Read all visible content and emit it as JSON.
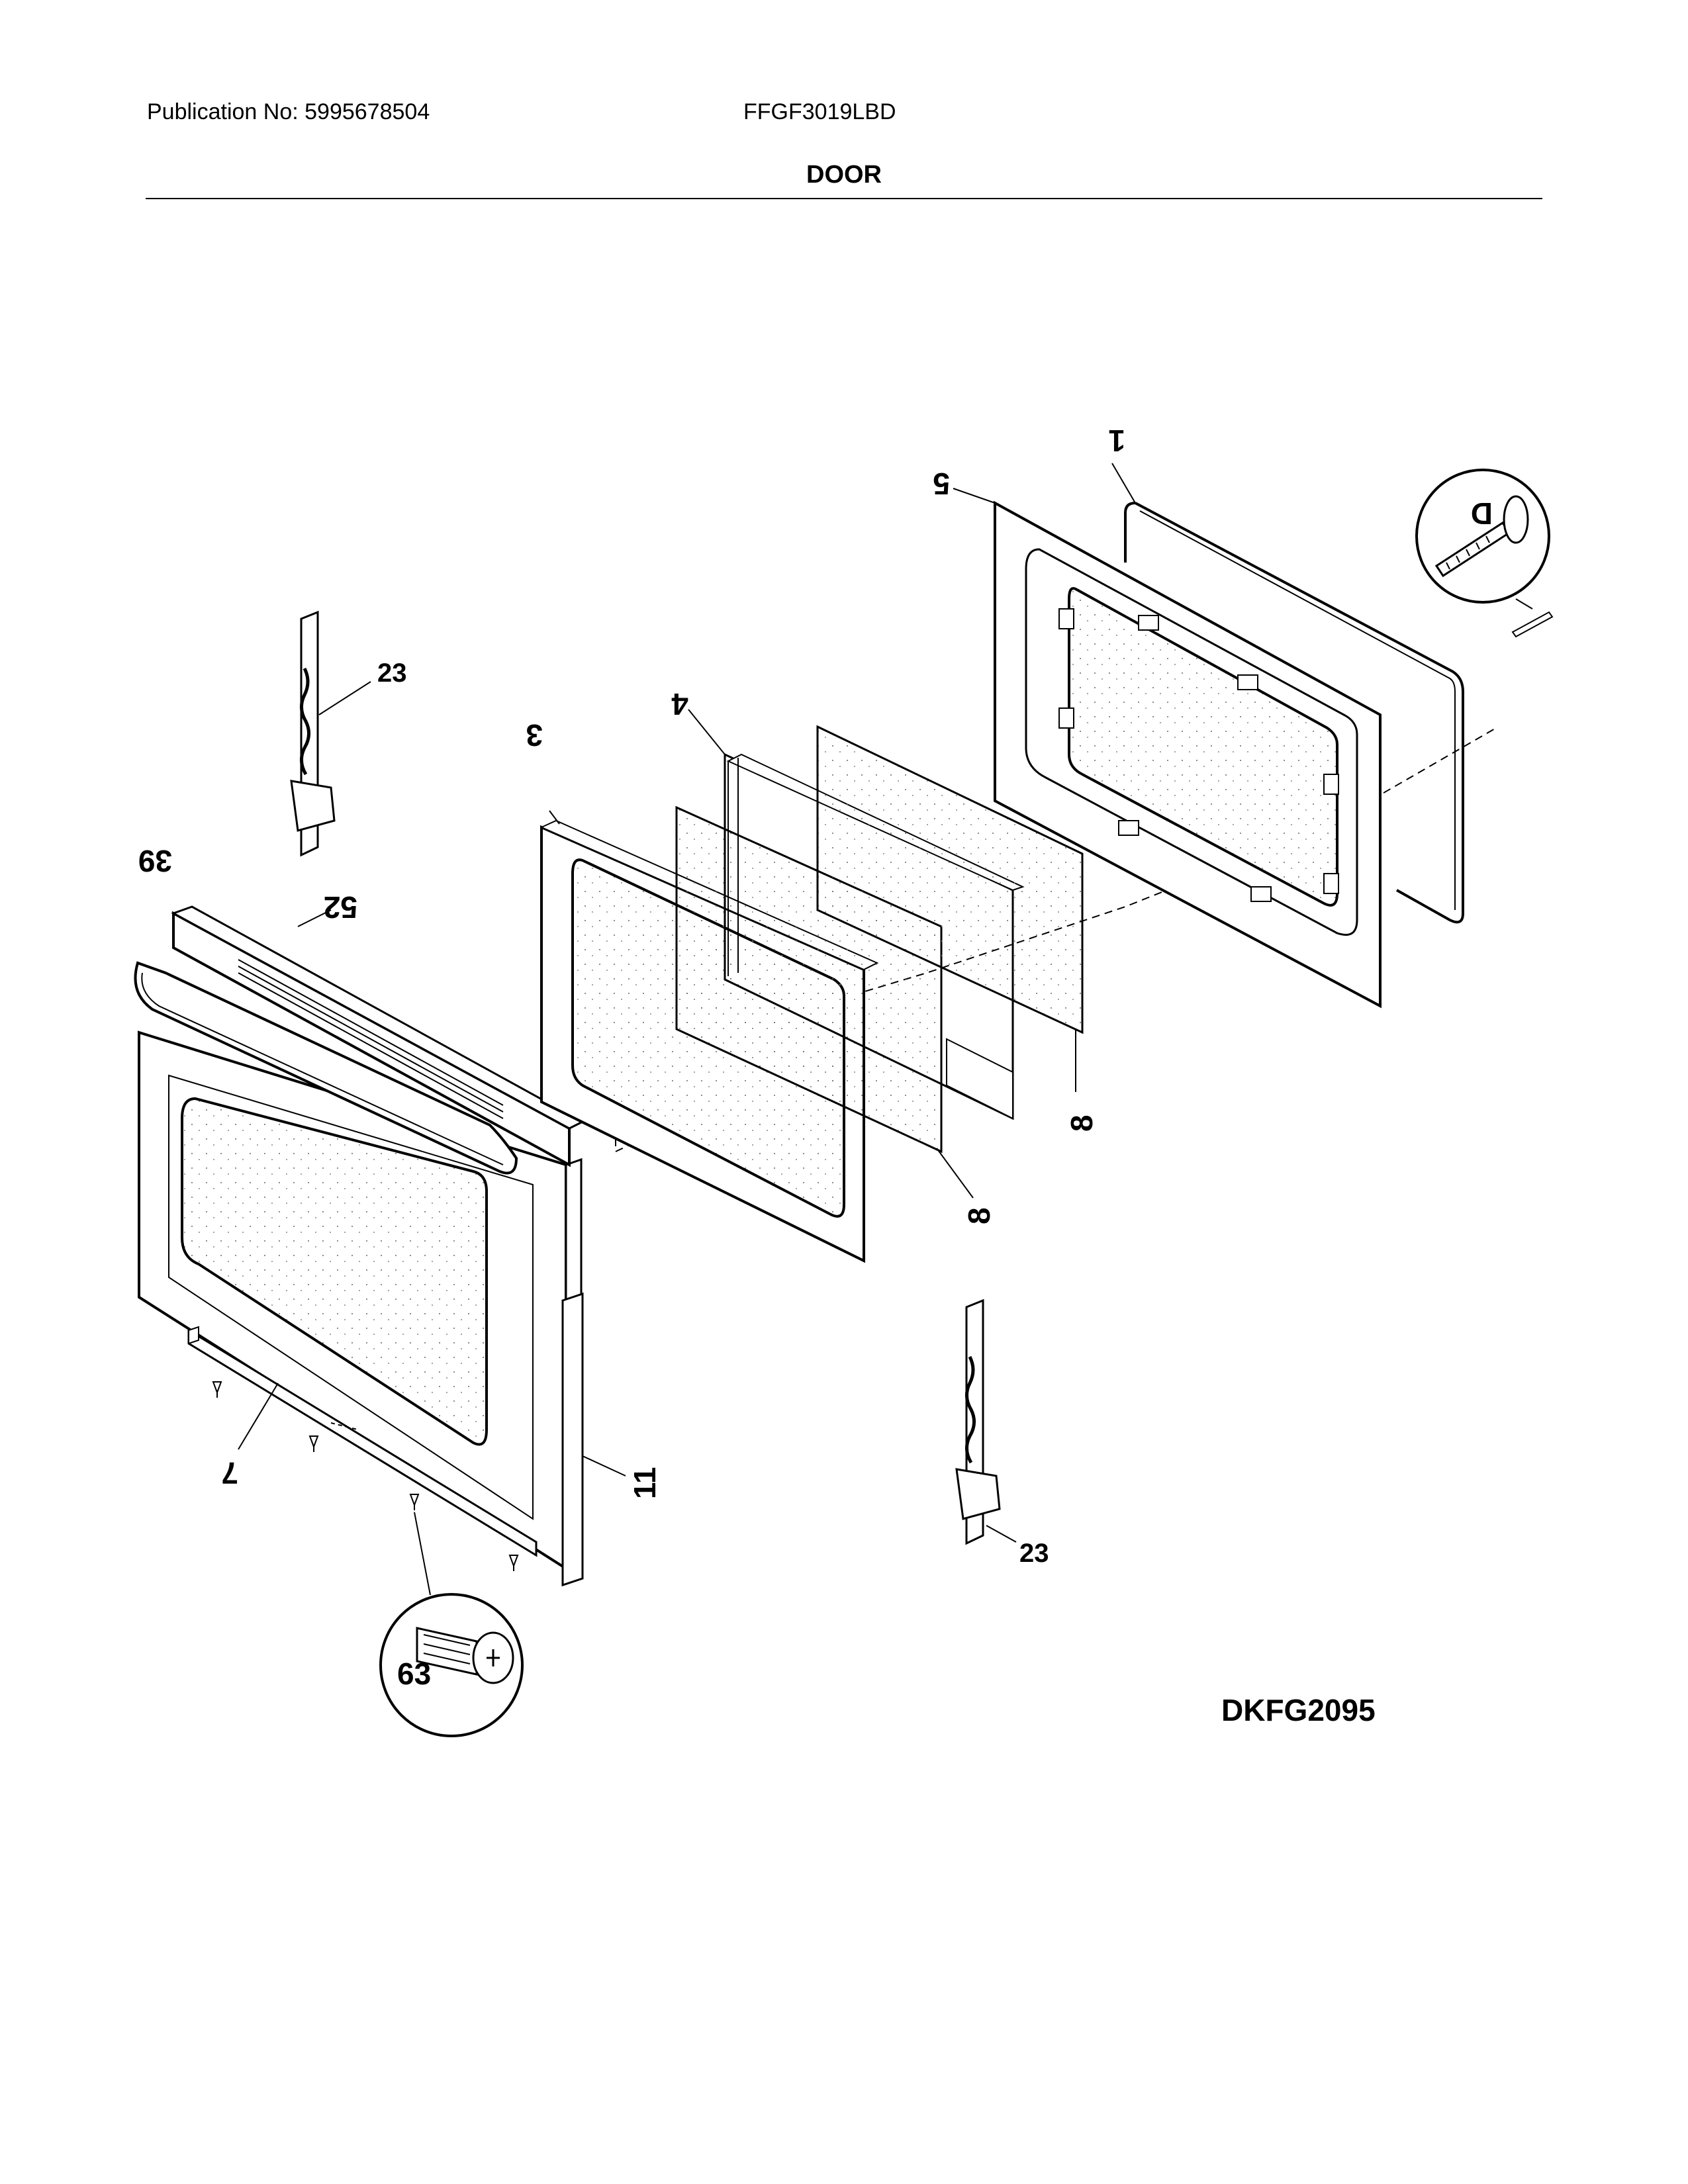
{
  "header": {
    "publication": "Publication No: 5995678504",
    "model": "FFGF3019LBD",
    "section_title": "DOOR"
  },
  "callouts": {
    "hinge_upper": "23",
    "hinge_lower": "23",
    "frame_label_3": "3",
    "glass_pack_label_4": "4",
    "inner_door_label_5": "5",
    "gasket_label_1": "1",
    "glass_label_8a": "8",
    "glass_label_8b": "8",
    "handle_label_39": "39",
    "trim_label_52": "52",
    "bottom_trim_label_7": "7",
    "side_trim_label_11": "11",
    "screw_detail_label": "63",
    "bolt_detail_label": "D"
  },
  "diagram_code": "DKFG2095"
}
